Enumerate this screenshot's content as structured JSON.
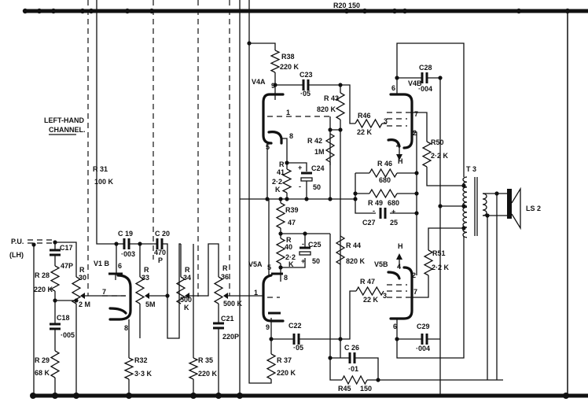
{
  "title": {
    "line1": "LEFT-HAND",
    "line2": "CHANNEL."
  },
  "input": {
    "label": "P.U.",
    "sub": "(LH)"
  },
  "bus": {
    "top_resistor": "R20 150"
  },
  "components": {
    "R28": {
      "ref": "R 28",
      "value": "220 K"
    },
    "R29": {
      "ref": "R 29",
      "value": "68 K"
    },
    "R30": {
      "ref1": "R",
      "ref2": "30",
      "value": "2 M"
    },
    "R31": {
      "ref": "R 31",
      "value": "100 K"
    },
    "R32": {
      "ref": "R32",
      "value": "3·3 K"
    },
    "R33": {
      "ref1": "R",
      "ref2": "33",
      "value": "5M"
    },
    "R34": {
      "ref1": "R",
      "ref2": "34",
      "value1": "500",
      "value2": "K"
    },
    "R35": {
      "ref": "R 35",
      "value": "220 K"
    },
    "R36": {
      "ref1": "R",
      "ref2": "36",
      "value": "500 K"
    },
    "R37": {
      "ref": "R 37",
      "value": "220 K"
    },
    "R38": {
      "ref": "R38",
      "value": "220 K"
    },
    "R39": {
      "ref": "R39",
      "value": "47"
    },
    "R40": {
      "ref1": "R",
      "ref2": "40",
      "value1": "2·2",
      "value2": "K"
    },
    "R41": {
      "ref1": "R",
      "ref2": "41",
      "value1": "2·2",
      "value2": "K"
    },
    "R42": {
      "ref": "R 42",
      "value": "1M"
    },
    "R43": {
      "ref": "R 43",
      "value": "820 K"
    },
    "R44": {
      "ref": "R 44",
      "value": "820 K"
    },
    "R45": {
      "ref": "R45",
      "value": "150"
    },
    "R46a": {
      "ref": "R46",
      "value": "22 K"
    },
    "R46b": {
      "ref": "R 46",
      "value": "680"
    },
    "R47": {
      "ref": "R 47",
      "value": "22 K"
    },
    "R49": {
      "ref": "R 49",
      "value": "680"
    },
    "R50": {
      "ref": "R50",
      "value": "2·2 K"
    },
    "R51": {
      "ref": "R51",
      "value": "2·2 K"
    },
    "C17": {
      "ref": "C17",
      "value": "47P"
    },
    "C18": {
      "ref": "C18",
      "value": "·005"
    },
    "C19": {
      "ref": "C 19",
      "value": "·003"
    },
    "C20": {
      "ref": "C 20",
      "value1": "470",
      "value2": "P"
    },
    "C21": {
      "ref": "C21",
      "value": "220P"
    },
    "C22": {
      "ref": "C22",
      "value": "·05"
    },
    "C23": {
      "ref": "C23",
      "value": "·05"
    },
    "C24": {
      "ref": "C24",
      "value": "50"
    },
    "C25": {
      "ref": "C25",
      "value": "50"
    },
    "C26": {
      "ref": "C 26",
      "value": "·01"
    },
    "C27": {
      "ref": "C27",
      "value": "25"
    },
    "C28": {
      "ref": "C28",
      "value": "·004"
    },
    "C29": {
      "ref": "C29",
      "value": "·004"
    },
    "T3": {
      "ref": "T 3"
    },
    "LS2": {
      "ref": "LS 2"
    }
  },
  "valves": {
    "V1B": {
      "ref": "V1 B",
      "pins": [
        "6",
        "7",
        "8"
      ]
    },
    "V4A": {
      "ref": "V4A",
      "pins": [
        "9",
        "1",
        "8",
        "5"
      ]
    },
    "V5A": {
      "ref": "V5A",
      "pins": [
        "5",
        "8",
        "1",
        "9"
      ]
    },
    "V4B": {
      "ref": "V4B",
      "pins": [
        "6",
        "7",
        "3",
        "2",
        "4"
      ],
      "heater": "H"
    },
    "V5B": {
      "ref": "V5B",
      "pins": [
        "4",
        "2",
        "3",
        "7",
        "6"
      ],
      "heater": "H"
    }
  },
  "polarity": {
    "plus": "+",
    "minus": "-"
  }
}
